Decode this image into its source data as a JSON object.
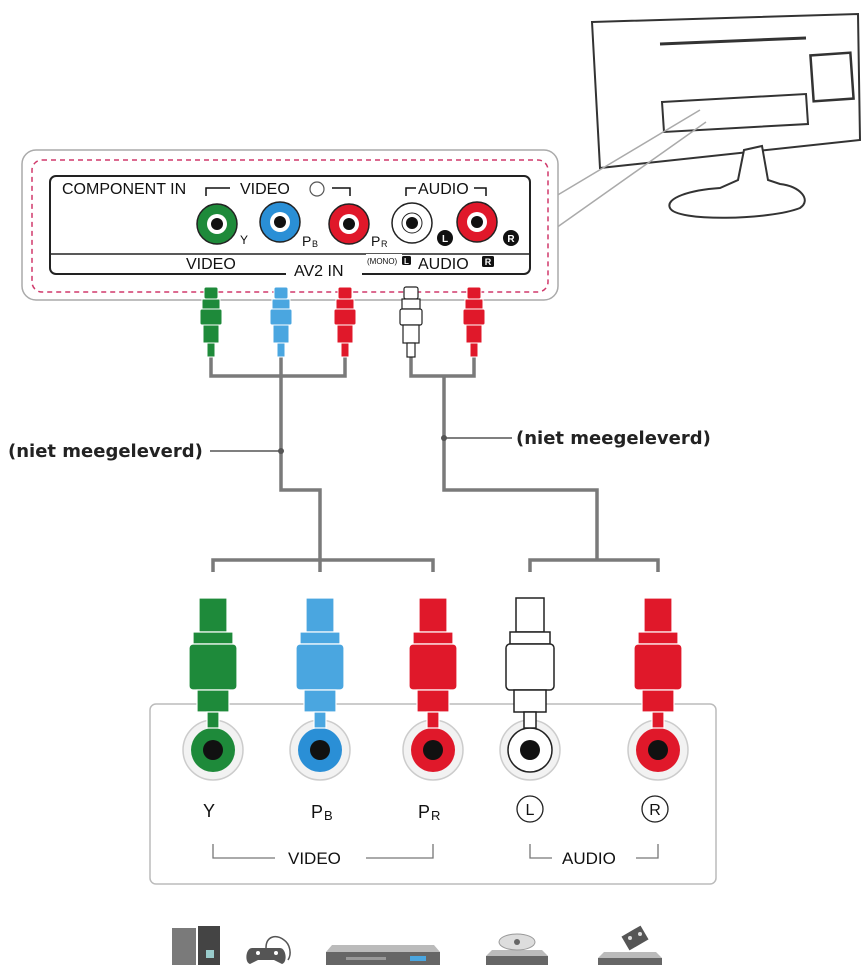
{
  "tv_panel": {
    "component_in": "COMPONENT IN",
    "video_bracket": "VIDEO",
    "audio_bracket": "AUDIO",
    "y": "Y",
    "pb_main": "P",
    "pb_sub": "B",
    "pr_main": "P",
    "pr_sub": "R",
    "l_badge": "L",
    "r_badge": "R",
    "video": "VIDEO",
    "av2in": "AV2 IN",
    "mono": "(MONO)",
    "audio_l_badge": "L",
    "audio": "AUDIO",
    "audio_r_badge": "R"
  },
  "cable_labels": {
    "video_cable": "(niet meegeleverd)",
    "audio_cable": "(niet meegeleverd)"
  },
  "device_panel": {
    "y": "Y",
    "pb_main": "P",
    "pb_sub": "B",
    "pr_main": "P",
    "pr_sub": "R",
    "l": "L",
    "r": "R",
    "video": "VIDEO",
    "audio": "AUDIO"
  },
  "colors": {
    "green": "#1e8a3a",
    "blue": "#2a8fd6",
    "red": "#e0182a",
    "white": "#ffffff",
    "cable": "#7a7a7a",
    "dashed_border": "#d0396b"
  },
  "devices": [
    "pc-console-icon",
    "gamepad-icon",
    "dvd-player-icon",
    "disc-player-icon",
    "vcr-icon"
  ]
}
